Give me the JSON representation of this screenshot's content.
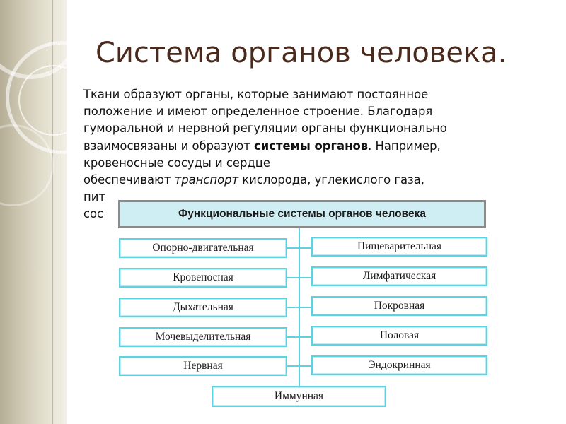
{
  "slide": {
    "title": "Система органов человека."
  },
  "body": {
    "l1": "Ткани образуют органы, которые занимают постоянное",
    "l2": "положение и имеют определенное строение. Благодаря",
    "l3": "гуморальной и нервной регуляции органы функционально",
    "l4_a": "взаимосвязаны и образуют ",
    "l4_b": "системы органов",
    "l4_c": ". Например,",
    "l5": "кровеносные сосуды и сердце",
    "l6_a": "обеспечивают ",
    "l6_b": "транспорт",
    "l6_c": " кислорода, углекислого газа,",
    "l7": "пит",
    "l8": "сос"
  },
  "diagram": {
    "header": "Функциональные системы органов человека",
    "left": [
      "Опорно-двигательная",
      "Кровеносная",
      "Дыхательная",
      "Мочевыделительная",
      "Нервная"
    ],
    "right": [
      "Пищеварительная",
      "Лимфатическая",
      "Покровная",
      "Половая",
      "Эндокринная"
    ],
    "bottom": "Иммунная"
  },
  "colors": {
    "title": "#4a2a1d",
    "box_border": "#5bd3e0",
    "header_fill": "#cfeef4",
    "header_border": "#8a8a8a"
  }
}
